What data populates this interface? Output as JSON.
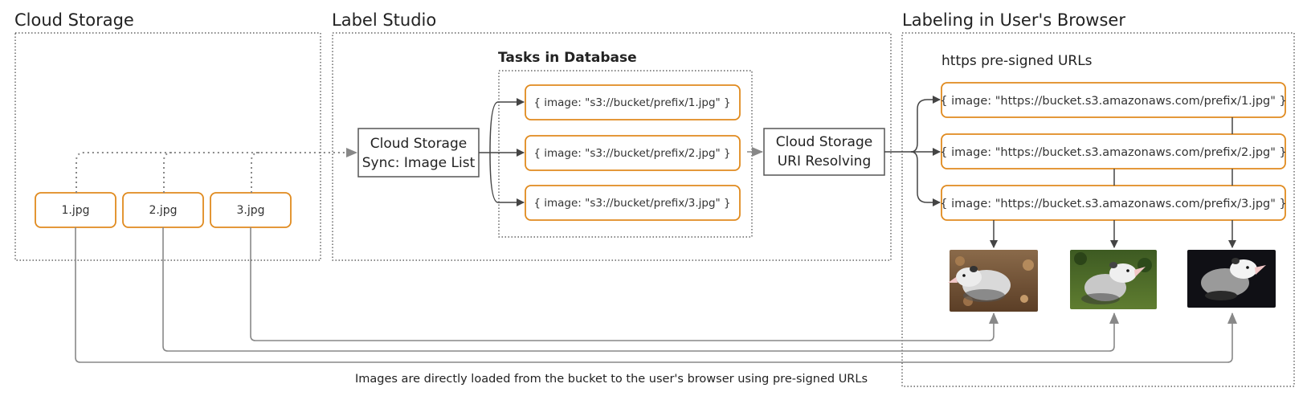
{
  "regions": {
    "cloud_storage": "Cloud Storage",
    "label_studio": "Label Studio",
    "browser": "Labeling in User's Browser"
  },
  "tasks_db": {
    "title": "Tasks in Database",
    "tasks": [
      "{ image: \"s3://bucket/prefix/1.jpg\" }",
      "{ image: \"s3://bucket/prefix/2.jpg\" }",
      "{ image: \"s3://bucket/prefix/3.jpg\" }"
    ]
  },
  "sync_box": {
    "line1": "Cloud Storage",
    "line2": "Sync: Image List"
  },
  "resolve_box": {
    "line1": "Cloud Storage",
    "line2": "URI Resolving"
  },
  "presigned": {
    "title": "https pre-signed URLs",
    "urls": [
      "{ image: \"https://bucket.s3.amazonaws.com/prefix/1.jpg\" }",
      "{ image: \"https://bucket.s3.amazonaws.com/prefix/2.jpg\" }",
      "{ image: \"https://bucket.s3.amazonaws.com/prefix/3.jpg\" }"
    ]
  },
  "files": [
    "1.jpg",
    "2.jpg",
    "3.jpg"
  ],
  "images": [
    "opossum-photo-1",
    "opossum-photo-2",
    "opossum-photo-3"
  ],
  "caption": "Images are directly loaded from the bucket to the user's browser using pre-signed URLs"
}
